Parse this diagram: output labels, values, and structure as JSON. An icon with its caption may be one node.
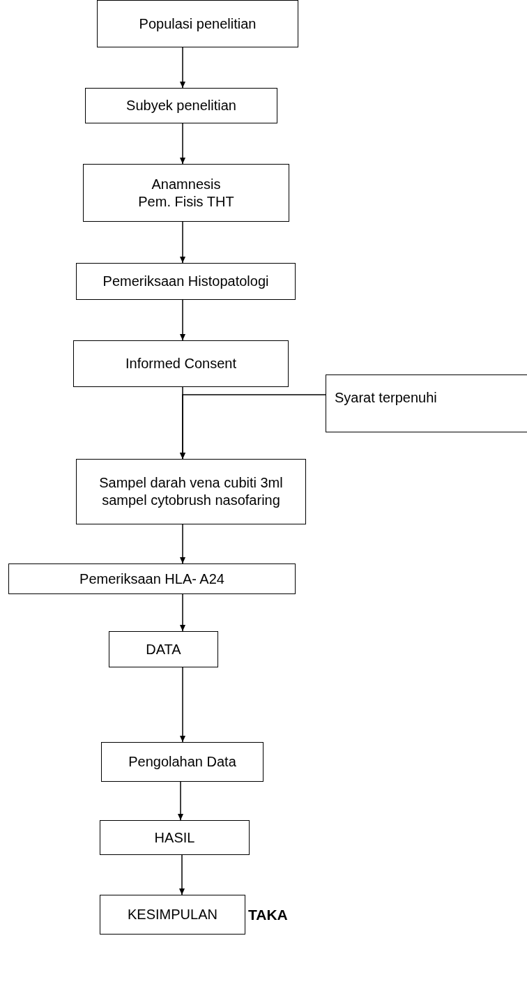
{
  "diagram": {
    "nodes": [
      {
        "text": [
          "Populasi penelitian"
        ]
      },
      {
        "text": [
          "Subyek penelitian"
        ]
      },
      {
        "text": [
          "Anamnesis",
          "Pem. Fisis THT"
        ]
      },
      {
        "text": [
          "Pemeriksaan Histopatologi"
        ]
      },
      {
        "text": [
          "Informed Consent"
        ]
      },
      {
        "text": [
          "Syarat terpenuhi"
        ]
      },
      {
        "text": [
          "Sampel darah vena cubiti 3ml sampel cytobrush nasofaring"
        ]
      },
      {
        "text": [
          "Pemeriksaan HLA- A24"
        ]
      },
      {
        "text": [
          "DATA"
        ]
      },
      {
        "text": [
          "Pengolahan Data"
        ]
      },
      {
        "text": [
          "HASIL"
        ]
      },
      {
        "text": [
          "KESIMPULAN"
        ]
      }
    ],
    "edges": [
      {
        "from": 0,
        "to": 1,
        "arrow": "to"
      },
      {
        "from": 1,
        "to": 2,
        "arrow": "to"
      },
      {
        "from": 2,
        "to": 3,
        "arrow": "to"
      },
      {
        "from": 3,
        "to": 4,
        "arrow": "to"
      },
      {
        "from": 4,
        "to": 6,
        "arrow": "to"
      },
      {
        "from": 5,
        "to": 6,
        "arrow": "to"
      },
      {
        "from": 6,
        "to": 7,
        "arrow": "to"
      },
      {
        "from": 7,
        "to": 8,
        "arrow": "to"
      },
      {
        "from": 8,
        "to": 9,
        "arrow": "to"
      },
      {
        "from": 9,
        "to": 10,
        "arrow": "to"
      },
      {
        "from": 10,
        "to": 11,
        "arrow": "to"
      }
    ],
    "labels": [
      "TAKA"
    ]
  }
}
